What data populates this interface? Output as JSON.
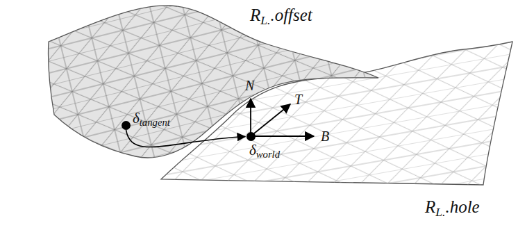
{
  "diagram": {
    "nodes": [
      {
        "text": [
          "δtangent"
        ]
      },
      {
        "text": [
          "δworld"
        ]
      }
    ],
    "edges": [
      {
        "from": 0,
        "to": 1,
        "arrow": "to"
      }
    ],
    "labels": [
      "RL..offset",
      "N",
      "T",
      "B",
      "RL..hole"
    ]
  }
}
